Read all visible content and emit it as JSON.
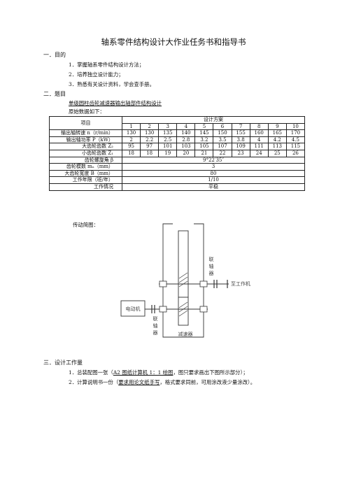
{
  "title": "轴系零件结构设计大作业任务书和指导书",
  "section1": {
    "heading": "一．目的",
    "items": [
      "1．掌握轴系零件结构设计方法；",
      "2．培养独立设计能力；",
      "3．熟悉有关设计资料，学会查手册。"
    ]
  },
  "section2": {
    "heading": "二．题目",
    "subject": "单级圆柱齿轮减速器输出轴部件结构设计",
    "data_intro": "原始数据如下："
  },
  "table": {
    "header_item": "项目",
    "header_plan": "设计方案",
    "plan_numbers": [
      "1",
      "2",
      "3",
      "4",
      "5",
      "6",
      "7",
      "8",
      "9",
      "10"
    ],
    "rows": [
      {
        "label": "输出轴转速 n（r/min）",
        "values": [
          "130",
          "130",
          "135",
          "140",
          "145",
          "150",
          "155",
          "160",
          "165",
          "170"
        ]
      },
      {
        "label": "输出轴功率 P（kW）",
        "values": [
          "2",
          "2.2",
          "2.5",
          "2.8",
          "3.2",
          "3.5",
          "3.8",
          "4",
          "4.2",
          "4.5"
        ]
      },
      {
        "label": "大齿轮齿数 Z₂",
        "values": [
          "95",
          "97",
          "101",
          "103",
          "105",
          "107",
          "109",
          "111",
          "113",
          "115"
        ]
      },
      {
        "label": "小齿轮齿数 Z₁",
        "values": [
          "18",
          "18",
          "19",
          "20",
          "21",
          "22",
          "23",
          "24",
          "25",
          "26"
        ]
      }
    ],
    "merged_rows": [
      {
        "label": "齿轮螺旋角 β",
        "value": "9°22′35″"
      },
      {
        "label": "齿轮模数 mₙ（mm）",
        "value": "3"
      },
      {
        "label": "大齿轮宽度 B（mm）",
        "value": "80"
      },
      {
        "label": "工作年限（班/年）",
        "value": "1/10"
      },
      {
        "label": "工作情况",
        "value": "平稳"
      }
    ]
  },
  "diagram": {
    "caption": "传动简图：",
    "coupling_top": [
      "联",
      "轴",
      "器"
    ],
    "to_machine": "至工作机",
    "motor": "电动机",
    "coupling_bottom": [
      "联",
      "轴",
      "器"
    ],
    "reducer": "减速器"
  },
  "section3": {
    "heading": "三．设计工作量",
    "item1_prefix": "1．总装配图一张（",
    "item1_underlined": "A2 图纸计算机 1：1 绘图",
    "item1_suffix": "，图只要求画出下图所示部分）；",
    "item2_prefix": "2．计算说明书一份（",
    "item2_underlined": "要求用论文纸手写",
    "item2_suffix": "，格式要求同前，可用涂改液少量涂改）。"
  }
}
